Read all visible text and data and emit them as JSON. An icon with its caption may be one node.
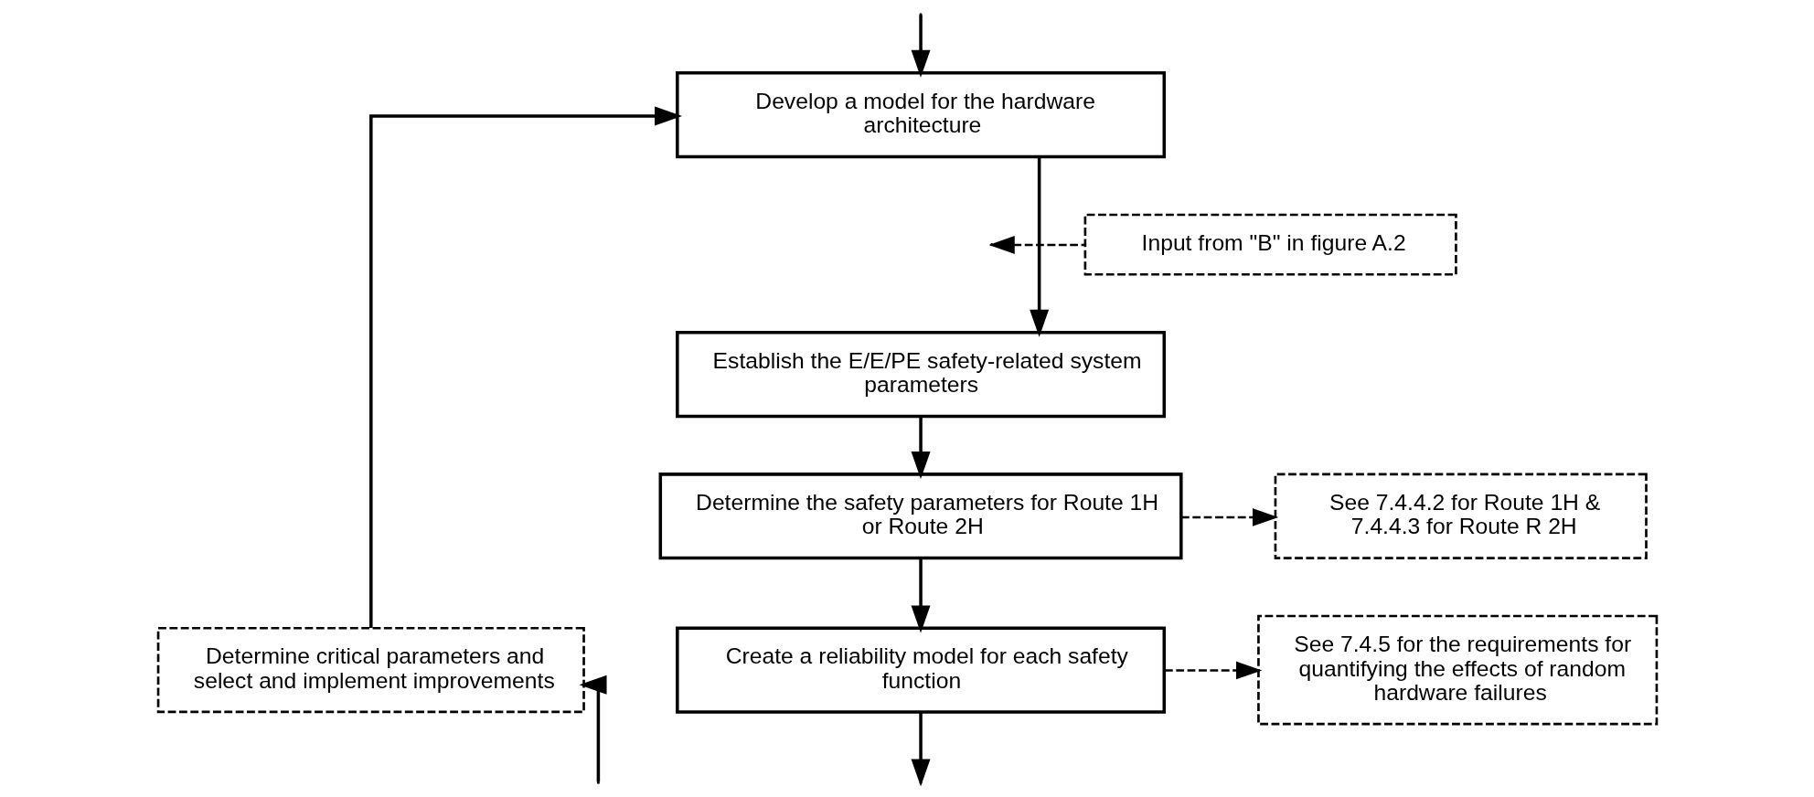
{
  "diagram": {
    "nodes": [
      {
        "text": [
          "Develop a model for the hardware architecture"
        ]
      },
      {
        "text": [
          "Input from \"B\" in figure A.2"
        ]
      },
      {
        "text": [
          "Establish the E/E/PE safety-related system parameters"
        ]
      },
      {
        "text": [
          "Determine the safety parameters for Route 1H or Route 2H"
        ]
      },
      {
        "text": [
          "See 7.4.4.2 for Route 1H & 7.4.4.3 for Route R 2H"
        ]
      },
      {
        "text": [
          "Determine critical parameters and select and implement improvements"
        ]
      },
      {
        "text": [
          "Create a reliability model for each safety function"
        ]
      },
      {
        "text": [
          "See 7.4.5 for the requirements for quantifying the effects of random hardware failures"
        ]
      }
    ],
    "edges": [
      {
        "from": null,
        "to": 0,
        "arrow": "to"
      },
      {
        "from": 0,
        "to": 2,
        "arrow": "to"
      },
      {
        "from": 1,
        "to": null,
        "arrow": "to",
        "style": "dashed"
      },
      {
        "from": 2,
        "to": 3,
        "arrow": "to"
      },
      {
        "from": 3,
        "to": 4,
        "arrow": "to",
        "style": "dashed"
      },
      {
        "from": 3,
        "to": 6,
        "arrow": "to"
      },
      {
        "from": 6,
        "to": 7,
        "arrow": "to",
        "style": "dashed"
      },
      {
        "from": 6,
        "to": null,
        "arrow": "to"
      },
      {
        "from": 5,
        "to": 0,
        "arrow": "to"
      },
      {
        "from": null,
        "to": 5,
        "arrow": "to"
      }
    ]
  }
}
